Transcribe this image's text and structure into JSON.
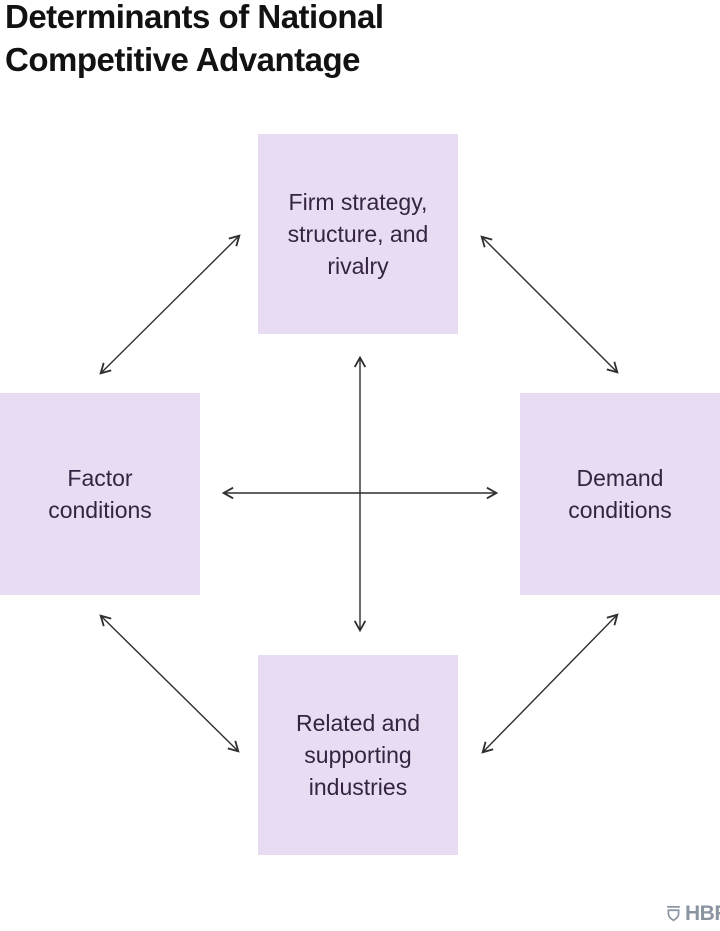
{
  "title": "Determinants of National\nCompetitive Advantage",
  "diagram": {
    "nodes": [
      {
        "id": "firm-strategy",
        "label": "Firm strategy,\nstructure, and\nrivalry"
      },
      {
        "id": "factor-conditions",
        "label": "Factor\nconditions"
      },
      {
        "id": "demand-conditions",
        "label": "Demand\nconditions"
      },
      {
        "id": "related-industries",
        "label": "Related and\nsupporting\nindustries"
      }
    ],
    "connections": [
      {
        "from": "firm-strategy",
        "to": "related-industries",
        "style": "double-arrow"
      },
      {
        "from": "factor-conditions",
        "to": "demand-conditions",
        "style": "double-arrow"
      },
      {
        "from": "firm-strategy",
        "to": "factor-conditions",
        "style": "double-arrow"
      },
      {
        "from": "firm-strategy",
        "to": "demand-conditions",
        "style": "double-arrow"
      },
      {
        "from": "related-industries",
        "to": "factor-conditions",
        "style": "double-arrow"
      },
      {
        "from": "related-industries",
        "to": "demand-conditions",
        "style": "double-arrow"
      }
    ],
    "colors": {
      "background": "#ffffff",
      "box_fill": "#e7dcf1",
      "box_text": "#342442",
      "title_text": "#121212",
      "arrow": "#2e2e2e",
      "logo": "#8b95a1"
    }
  },
  "footer": {
    "logo_icon": "hbr-shield-icon",
    "logo_text": "HBR"
  }
}
